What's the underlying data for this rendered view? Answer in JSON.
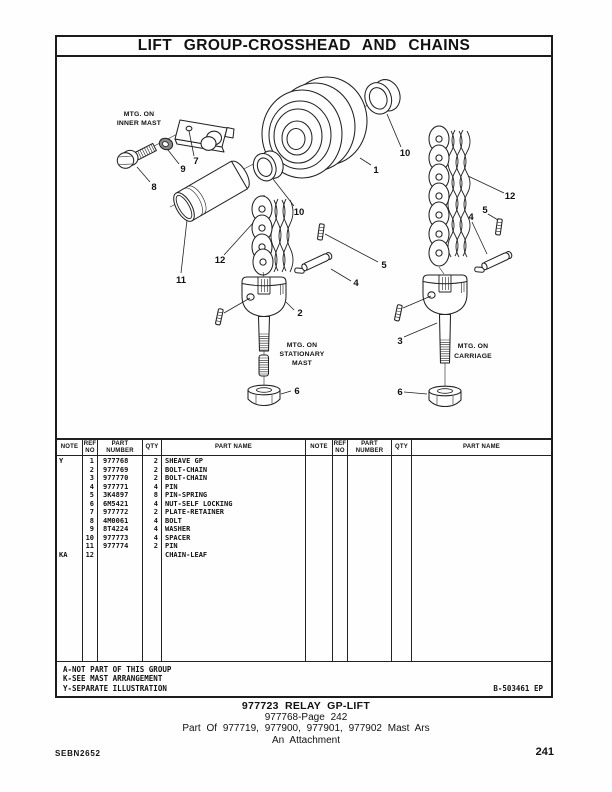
{
  "page": {
    "title": "LIFT GROUP-CROSSHEAD AND CHAINS",
    "doc_code": "SEBN2652",
    "page_number": "241",
    "drawing_ref": "B-503461 EP"
  },
  "diagram": {
    "mount_labels": {
      "inner_mast": [
        "MTG. ON",
        "INNER MAST"
      ],
      "stationary_mast": [
        "MTG. ON",
        "STATIONARY",
        "MAST"
      ],
      "carriage": [
        "MTG. ON",
        "CARRIAGE"
      ]
    },
    "callouts": {
      "c1": "1",
      "c2": "2",
      "c3": "3",
      "c4": "4",
      "c5": "5",
      "c6": "6",
      "c7": "7",
      "c8": "8",
      "c9": "9",
      "c10": "10",
      "c11": "11",
      "c12": "12"
    }
  },
  "table": {
    "headers": {
      "note": "NOTE",
      "ref_line1": "REF",
      "ref_line2": "NO",
      "part_line1": "PART",
      "part_line2": "NUMBER",
      "qty": "QTY",
      "part_name": "PART NAME"
    },
    "rows": [
      {
        "note": "Y",
        "ref": "1",
        "part_number": "977768",
        "qty": "2",
        "part_name": "SHEAVE GP"
      },
      {
        "note": "",
        "ref": "2",
        "part_number": "977769",
        "qty": "2",
        "part_name": "BOLT-CHAIN"
      },
      {
        "note": "",
        "ref": "3",
        "part_number": "977770",
        "qty": "2",
        "part_name": "BOLT-CHAIN"
      },
      {
        "note": "",
        "ref": "4",
        "part_number": "977771",
        "qty": "4",
        "part_name": "PIN"
      },
      {
        "note": "",
        "ref": "5",
        "part_number": "3K4897",
        "qty": "8",
        "part_name": "PIN-SPRING"
      },
      {
        "note": "",
        "ref": "6",
        "part_number": "6M5421",
        "qty": "4",
        "part_name": "NUT-SELF LOCKING"
      },
      {
        "note": "",
        "ref": "7",
        "part_number": "977772",
        "qty": "2",
        "part_name": "PLATE-RETAINER"
      },
      {
        "note": "",
        "ref": "8",
        "part_number": "4M0061",
        "qty": "4",
        "part_name": "BOLT"
      },
      {
        "note": "",
        "ref": "9",
        "part_number": "8T4224",
        "qty": "4",
        "part_name": "WASHER"
      },
      {
        "note": "",
        "ref": "10",
        "part_number": "977773",
        "qty": "4",
        "part_name": "SPACER"
      },
      {
        "note": "",
        "ref": "11",
        "part_number": "977774",
        "qty": "2",
        "part_name": "PIN"
      },
      {
        "note": "KA",
        "ref": "12",
        "part_number": "",
        "qty": "",
        "part_name": "CHAIN-LEAF"
      }
    ]
  },
  "notes": {
    "a": "A-NOT PART OF THIS GROUP",
    "k": "K-SEE MAST ARRANGEMENT",
    "y": "Y-SEPARATE ILLUSTRATION"
  },
  "footer": {
    "line1": "977723 RELAY GP-LIFT",
    "line2": "977768-Page 242",
    "line3": "Part Of 977719, 977900, 977901, 977902 Mast Ars",
    "line4": "An Attachment"
  }
}
